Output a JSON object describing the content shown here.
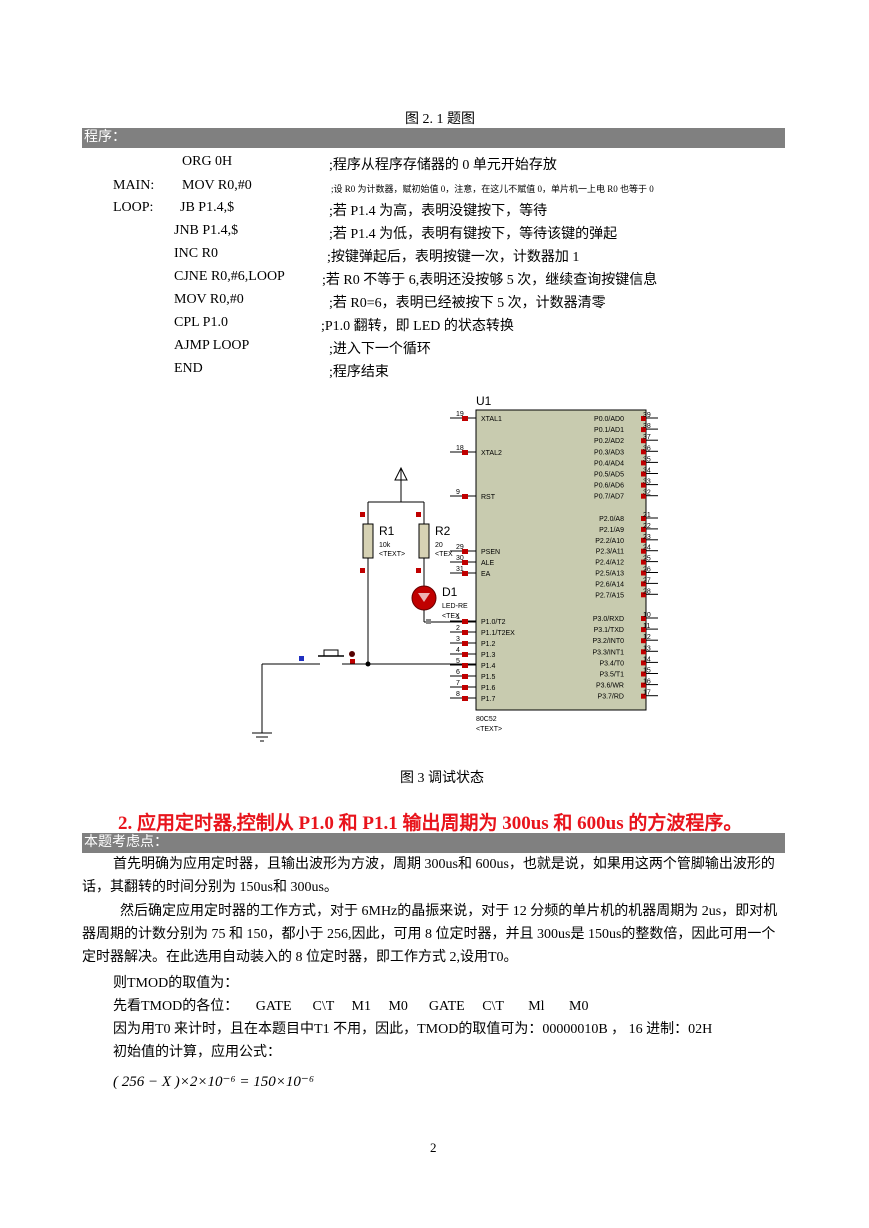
{
  "figure2_caption": "图 2.   1 题图",
  "program_bar": "程序：",
  "code": [
    {
      "label": "",
      "instr": "ORG  0H",
      "comment": ";程序从程序存储器的 0 单元开始存放"
    },
    {
      "label": "MAIN:",
      "instr": "MOV  R0,#0",
      "comment": ";设 R0 为计数器，赋初始值 0，注意，在这儿不赋值 0，单片机一上电 R0 也等于 0"
    },
    {
      "label": "LOOP:",
      "instr": "JB  P1.4,$",
      "comment": ";若 P1.4 为高，表明没键按下，等待"
    },
    {
      "label": "",
      "instr": "JNB  P1.4,$",
      "comment": ";若 P1.4 为低，表明有键按下，等待该键的弹起"
    },
    {
      "label": "",
      "instr": "INC  R0",
      "comment": ";按键弹起后，表明按键一次，计数器加 1"
    },
    {
      "label": "",
      "instr": "CJNE  R0,#6,LOOP",
      "comment": ";若 R0 不等于 6,表明还没按够 5 次，继续查询按键信息"
    },
    {
      "label": "",
      "instr": "MOV  R0,#0",
      "comment": ";若 R0=6，表明已经被按下 5 次，计数器清零"
    },
    {
      "label": "",
      "instr": "CPL  P1.0",
      "comment": ";P1.0 翻转，即 LED 的状态转换"
    },
    {
      "label": "",
      "instr": "AJMP  LOOP",
      "comment": ";进入下一个循环"
    },
    {
      "label": "",
      "instr": "END",
      "comment": ";程序结束"
    }
  ],
  "schematic": {
    "chip_name": "U1",
    "chip_part": "80C52",
    "chip_text": "<TEXT>",
    "left_pins": [
      {
        "num": "19",
        "name": "XTAL1"
      },
      {
        "num": "18",
        "name": "XTAL2"
      },
      {
        "num": "9",
        "name": "RST"
      },
      {
        "num": "29",
        "name": "PSEN"
      },
      {
        "num": "30",
        "name": "ALE"
      },
      {
        "num": "31",
        "name": "EA"
      },
      {
        "num": "1",
        "name": "P1.0/T2"
      },
      {
        "num": "2",
        "name": "P1.1/T2EX"
      },
      {
        "num": "3",
        "name": "P1.2"
      },
      {
        "num": "4",
        "name": "P1.3"
      },
      {
        "num": "5",
        "name": "P1.4"
      },
      {
        "num": "6",
        "name": "P1.5"
      },
      {
        "num": "7",
        "name": "P1.6"
      },
      {
        "num": "8",
        "name": "P1.7"
      }
    ],
    "right_pins": [
      {
        "num": "39",
        "name": "P0.0/AD0"
      },
      {
        "num": "38",
        "name": "P0.1/AD1"
      },
      {
        "num": "37",
        "name": "P0.2/AD2"
      },
      {
        "num": "36",
        "name": "P0.3/AD3"
      },
      {
        "num": "35",
        "name": "P0.4/AD4"
      },
      {
        "num": "34",
        "name": "P0.5/AD5"
      },
      {
        "num": "33",
        "name": "P0.6/AD6"
      },
      {
        "num": "32",
        "name": "P0.7/AD7"
      },
      {
        "num": "21",
        "name": "P2.0/A8"
      },
      {
        "num": "22",
        "name": "P2.1/A9"
      },
      {
        "num": "23",
        "name": "P2.2/A10"
      },
      {
        "num": "24",
        "name": "P2.3/A11"
      },
      {
        "num": "25",
        "name": "P2.4/A12"
      },
      {
        "num": "26",
        "name": "P2.5/A13"
      },
      {
        "num": "27",
        "name": "P2.6/A14"
      },
      {
        "num": "28",
        "name": "P2.7/A15"
      },
      {
        "num": "10",
        "name": "P3.0/RXD"
      },
      {
        "num": "11",
        "name": "P3.1/TXD"
      },
      {
        "num": "12",
        "name": "P3.2/INT0"
      },
      {
        "num": "13",
        "name": "P3.3/INT1"
      },
      {
        "num": "14",
        "name": "P3.4/T0"
      },
      {
        "num": "15",
        "name": "P3.5/T1"
      },
      {
        "num": "16",
        "name": "P3.6/WR"
      },
      {
        "num": "17",
        "name": "P3.7/RD"
      }
    ],
    "r1_name": "R1",
    "r1_value": "10k",
    "r1_text": "<TEXT>",
    "r2_name": "R2",
    "r2_value": "20",
    "r2_text": "<TEX",
    "d1_name": "D1",
    "d1_value": "LED-RE",
    "d1_text": "<TEX",
    "colors": {
      "chip_fill": "#c8cbaf",
      "pin_red": "#c00000",
      "wire": "#000000",
      "led": "#c00000",
      "resistor": "#d6d2b4"
    }
  },
  "figure3_caption": "图 3    调试状态",
  "section_heading": "2.   应用定时器,控制从 P1.0 和 P1.1 输出周期为 300us 和 600us 的方波程序。",
  "points_bar": "本题考虑点：",
  "paragraphs": {
    "p1": "首先明确为应用定时器，且输出波形为方波，周期 300us和 600us，也就是说，如果用这两个管脚输出波形的话，其翻转的时间分别为 150us和 300us。",
    "p2": "然后确定应用定时器的工作方式，对于 6MHz的晶振来说，对于 12 分频的单片机的机器周期为 2us，即对机器周期的计数分别为 75 和 150，都小于 256,因此，可用 8 位定时器，并且 300us是 150us的整数倍，因此可用一个定时器解决。在此选用自动装入的 8 位定时器，即工作方式 2,设用T0。",
    "p3": "则TMOD的取值为：",
    "p4": "先看TMOD的各位：     GATE      C\\T     M1     M0      GATE     C\\T       Ml       M0",
    "p5": "因为用T0 来计时，且在本题目中T1 不用，因此，TMOD的取值可为：00000010B  ，  16 进制：02H",
    "p6": "初始值的计算，应用公式："
  },
  "formula": "( 256 − X )×2×10⁻⁶ = 150×10⁻⁶",
  "page_number": "2"
}
